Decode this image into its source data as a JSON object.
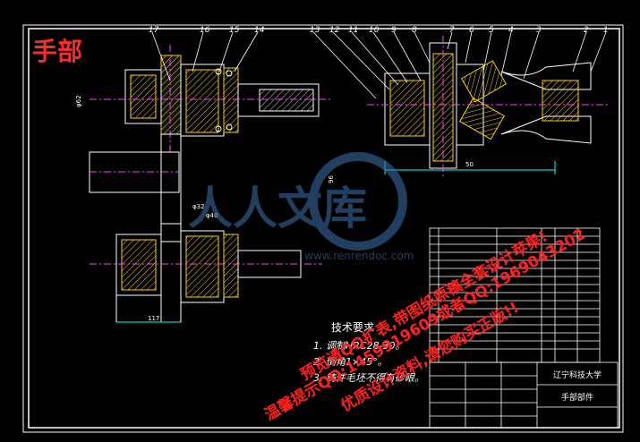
{
  "drawing": {
    "label_cn": "手部",
    "part_numbers": [
      "17",
      "16",
      "15",
      "14",
      "13",
      "12",
      "11",
      "10",
      "9",
      "8",
      "7",
      "6",
      "5",
      "4",
      "3",
      "2",
      "1"
    ],
    "dims": [
      "φ62",
      "φ32",
      "φ40",
      "96",
      "117",
      "50"
    ],
    "tech_req": {
      "title": "技术要求",
      "items": [
        "1. 调制HRC28-30。",
        "2. 倒角1×45°。",
        "3. 铸件毛坯不得有砂眼。"
      ]
    },
    "title_block": {
      "school": "辽宁科技大学",
      "part_name": "手部部件"
    },
    "watermark": {
      "logo_text": "人人文库",
      "site": "www.renrendoc.com",
      "red_lines": [
        "预览请QQ扩表,带图纸原稿全套设计苹果!",
        "温馨提示QQ:1459919609或者QQ:1969043202",
        "优质设计资料,请您购买正版!!"
      ]
    },
    "colors": {
      "bg": "#000000",
      "line": "#ffffff",
      "section": "#ffd000",
      "magenta": "#ff40ff",
      "cyan": "#00ffff",
      "red": "#ff2020",
      "green": "#00ff00"
    }
  }
}
